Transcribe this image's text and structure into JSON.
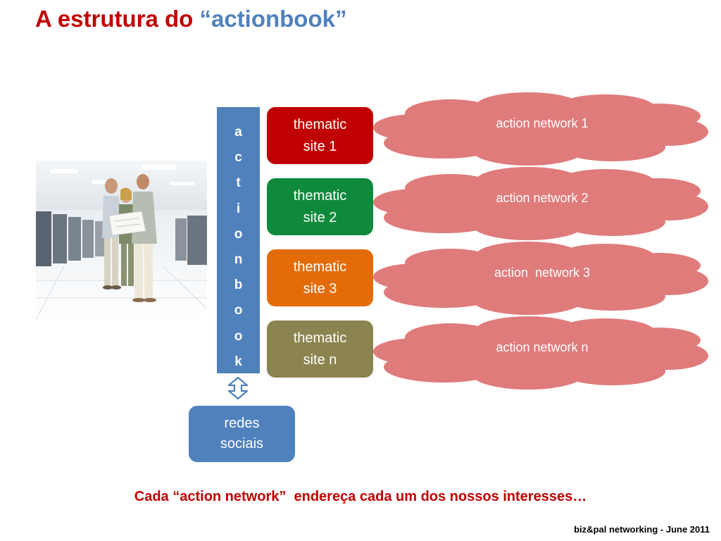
{
  "title": {
    "prefix": "A estrutura do ",
    "accent": "“actionbook”"
  },
  "actionbook": {
    "letters": [
      "a",
      "c",
      "t",
      "i",
      "o",
      "n",
      "b",
      "o",
      "o",
      "k"
    ]
  },
  "sites": [
    {
      "line1": "thematic",
      "line2": "site 1"
    },
    {
      "line1": "thematic",
      "line2": "site 2"
    },
    {
      "line1": "thematic",
      "line2": "site 3"
    },
    {
      "line1": "thematic",
      "line2": "site n"
    }
  ],
  "networks": [
    {
      "label": "action network 1"
    },
    {
      "label": "action network 2"
    },
    {
      "label": "action  network 3"
    },
    {
      "label": "action network n"
    }
  ],
  "redes": {
    "line1": "redes",
    "line2": "sociais"
  },
  "caption": "Cada “action network”  endereça cada um dos nossos interesses…",
  "footer": "biz&pal networking - June 2011",
  "colors": {
    "title": "#c00000",
    "accent": "#4f81bd",
    "actionbook": "#4f81bd",
    "site1": "#c00000",
    "site2": "#0f8a3c",
    "site3": "#e36c09",
    "site4": "#8b8450",
    "cloud": "#e07b7b",
    "redes": "#4f81bd"
  },
  "icons": {
    "arrow": "up-down-arrow-icon",
    "photo": "people-in-server-room-image"
  }
}
